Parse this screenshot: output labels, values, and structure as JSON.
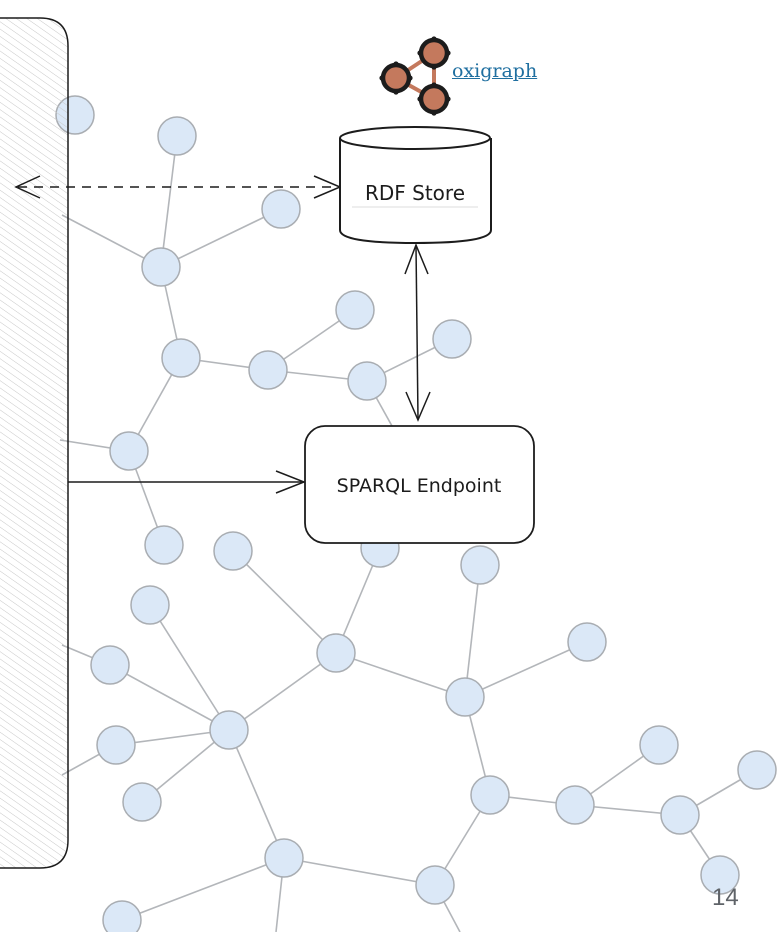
{
  "logo": {
    "link_label": "oxigraph",
    "node_color": "#c4795d",
    "edge_color": "#c4795d"
  },
  "nodes": {
    "rdf_store": "RDF Store",
    "sparql_endpoint": "SPARQL Endpoint"
  },
  "footer": {
    "page_number": "14"
  },
  "colors": {
    "network_node_fill": "#dbe8f7",
    "network_stroke": "#a9adb2",
    "diagram_stroke": "#1c1c1c",
    "link": "#1f6fa0"
  }
}
